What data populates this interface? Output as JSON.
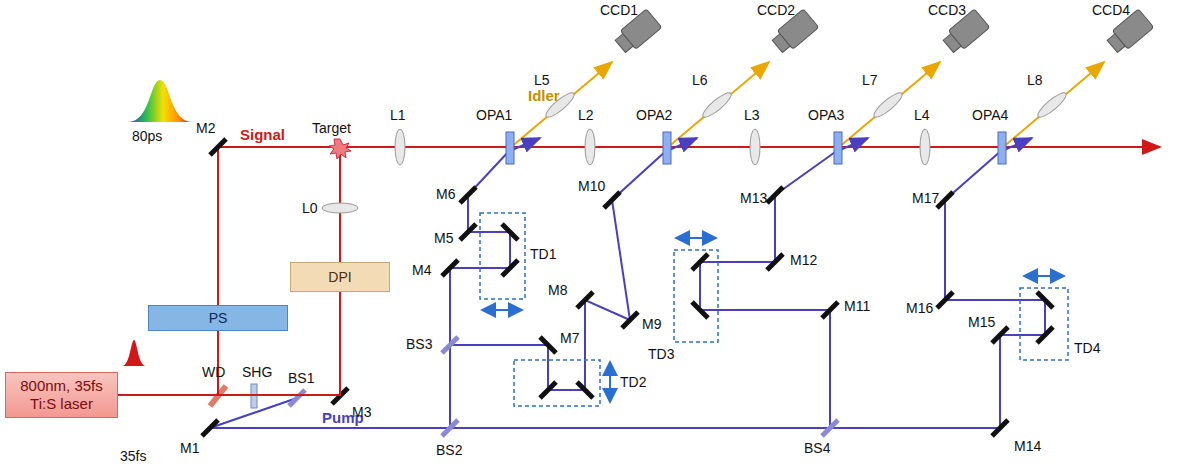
{
  "diagram": {
    "nodes": [
      {
        "text": [
          "800nm, 35fs Ti:S laser"
        ]
      },
      {
        "text": [
          "PS"
        ]
      },
      {
        "text": [
          "DPI"
        ]
      }
    ],
    "edges": [
      {
        "from": 0,
        "to": 1,
        "arrow": "none"
      },
      {
        "from": 0,
        "to": 2,
        "arrow": "none"
      }
    ],
    "labels": [
      "M2",
      "Signal",
      "Target",
      "L0",
      "L1",
      "OPA1",
      "Idler",
      "L5",
      "CCD1",
      "L6",
      "CCD2",
      "L7",
      "CCD3",
      "L8",
      "CCD4",
      "OPA2",
      "OPA3",
      "OPA4",
      "L2",
      "L3",
      "L4",
      "M6",
      "M5",
      "TD1",
      "M4",
      "M10",
      "M8",
      "M9",
      "M7",
      "TD2",
      "BS3",
      "M13",
      "M12",
      "M11",
      "TD3",
      "M17",
      "M16",
      "M15",
      "TD4",
      "M14",
      "BS4",
      "BS2",
      "M1",
      "Pump",
      "WD",
      "SHG",
      "BS1",
      "M3",
      "80ps",
      "35fs"
    ]
  }
}
